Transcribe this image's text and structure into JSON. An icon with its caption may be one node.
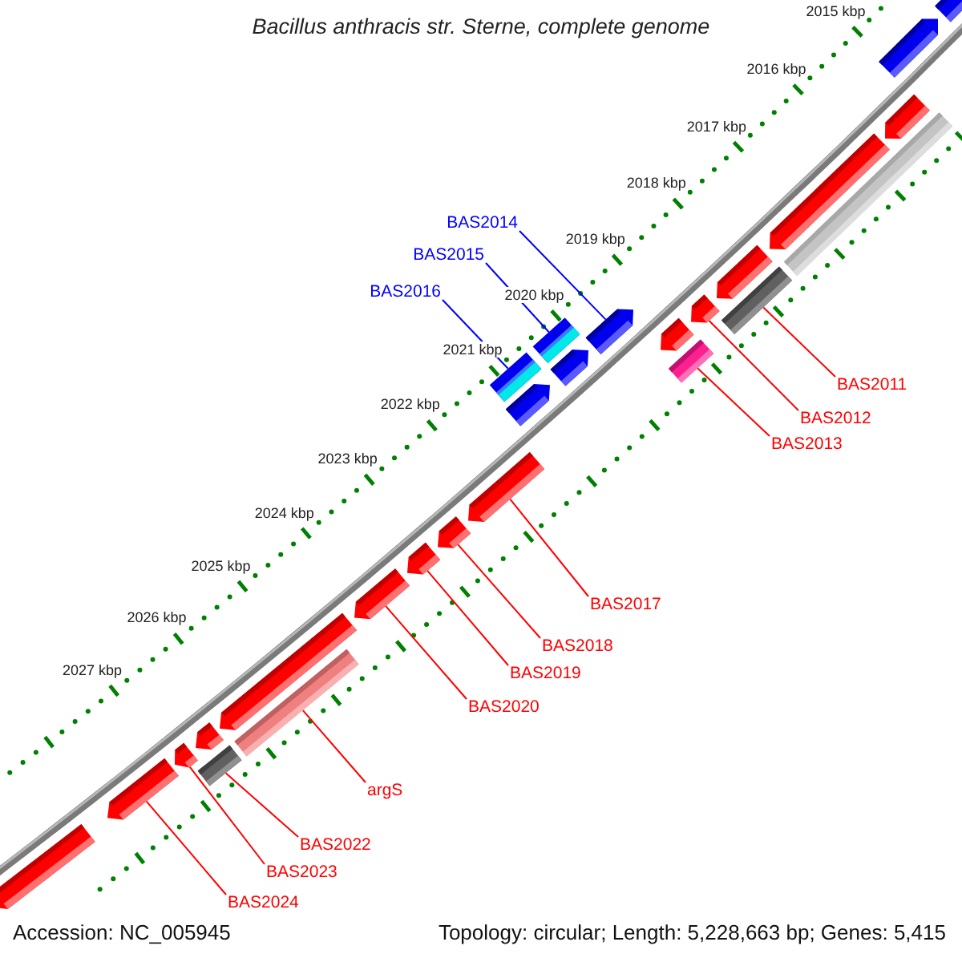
{
  "diagram": {
    "title": "Bacillus anthracis str. Sterne, complete genome",
    "nodes": [
      {
        "text": [
          "BAS2014"
        ]
      },
      {
        "text": [
          "BAS2015"
        ]
      },
      {
        "text": [
          "BAS2016"
        ]
      },
      {
        "text": [
          "BAS2011"
        ]
      },
      {
        "text": [
          "BAS2012"
        ]
      },
      {
        "text": [
          "BAS2013"
        ]
      },
      {
        "text": [
          "BAS2017"
        ]
      },
      {
        "text": [
          "BAS2018"
        ]
      },
      {
        "text": [
          "BAS2019"
        ]
      },
      {
        "text": [
          "BAS2020"
        ]
      },
      {
        "text": [
          "argS"
        ]
      },
      {
        "text": [
          "BAS2022"
        ]
      },
      {
        "text": [
          "BAS2023"
        ]
      },
      {
        "text": [
          "BAS2024"
        ]
      },
      {
        "text": [],
        "shape": "pentagon"
      },
      {
        "text": [],
        "shape": "pentagon"
      },
      {
        "text": [],
        "shape": "pentagon"
      },
      {
        "text": [],
        "shape": "pentagon"
      },
      {
        "text": [],
        "shape": "bar"
      },
      {
        "text": [],
        "shape": "pentagon"
      },
      {
        "text": [],
        "shape": "bar"
      },
      {
        "text": [],
        "shape": "pentagon"
      },
      {
        "text": [],
        "shape": "pentagon"
      },
      {
        "text": [],
        "shape": "pentagon"
      },
      {
        "text": [],
        "shape": "pentagon"
      },
      {
        "text": [],
        "shape": "bar"
      },
      {
        "text": [],
        "shape": "pentagon"
      },
      {
        "text": [],
        "shape": "bar"
      },
      {
        "text": [],
        "shape": "pentagon"
      },
      {
        "text": [],
        "shape": "pentagon"
      },
      {
        "text": [],
        "shape": "pentagon"
      },
      {
        "text": [],
        "shape": "bar"
      },
      {
        "text": [],
        "shape": "pentagon"
      },
      {
        "text": [],
        "shape": "pentagon"
      },
      {
        "text": [],
        "shape": "bar"
      },
      {
        "text": [],
        "shape": "pentagon"
      },
      {
        "text": [],
        "shape": "bar"
      },
      {
        "text": [],
        "shape": "pentagon"
      },
      {
        "text": [],
        "shape": "pentagon"
      },
      {
        "text": [],
        "shape": "pentagon"
      }
    ],
    "edges": [
      {
        "from": 0,
        "to": 29,
        "arrow": "none",
        "color": "#0000ff"
      },
      {
        "from": 1,
        "to": 27,
        "arrow": "none",
        "color": "#0000ff"
      },
      {
        "from": 2,
        "to": 25,
        "arrow": "none",
        "color": "#0000ff"
      },
      {
        "from": 3,
        "to": 34,
        "arrow": "none"
      },
      {
        "from": 4,
        "to": 32,
        "arrow": "none"
      },
      {
        "from": 5,
        "to": 31,
        "arrow": "none"
      },
      {
        "from": 6,
        "to": 24,
        "arrow": "none"
      },
      {
        "from": 7,
        "to": 23,
        "arrow": "none"
      },
      {
        "from": 8,
        "to": 22,
        "arrow": "none"
      },
      {
        "from": 9,
        "to": 21,
        "arrow": "none"
      },
      {
        "from": 10,
        "to": 20,
        "arrow": "none"
      },
      {
        "from": 11,
        "to": 18,
        "arrow": "none"
      },
      {
        "from": 12,
        "to": 16,
        "arrow": "none"
      },
      {
        "from": 13,
        "to": 15,
        "arrow": "none"
      }
    ],
    "labels": [
      "2015 kbp",
      "2016 kbp",
      "2017 kbp",
      "2018 kbp",
      "2019 kbp",
      "2020 kbp",
      "2021 kbp",
      "2022 kbp",
      "2023 kbp",
      "2024 kbp",
      "2025 kbp",
      "2026 kbp",
      "2027 kbp",
      "Accession: NC_005945",
      "Topology: circular; Length: 5,228,663 bp; Genes: 5,415"
    ]
  }
}
